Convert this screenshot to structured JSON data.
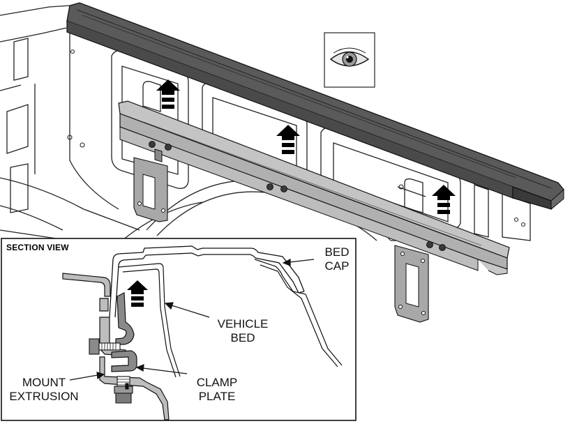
{
  "section_view": {
    "title": "SECTION VIEW"
  },
  "labels": {
    "bed_cap": [
      "BED",
      "CAP"
    ],
    "vehicle_bed": [
      "VEHICLE",
      "BED"
    ],
    "mount_extrusion": [
      "MOUNT",
      "EXTRUSION"
    ],
    "clamp_plate": [
      "CLAMP",
      "PLATE"
    ]
  },
  "icons": {
    "view_indicator": "eye-icon",
    "direction_arrows": "up-arrow-icon"
  },
  "colors": {
    "bed_cap": "#5a5a5a",
    "mount_extrusion": "#bdbdbd",
    "clamp_plate": "#8a8a8a",
    "line": "#1a1a1a",
    "background": "#ffffff"
  }
}
